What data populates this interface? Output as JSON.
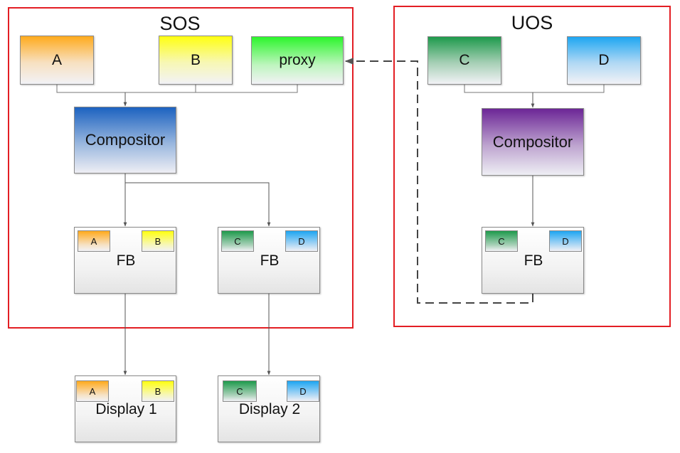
{
  "sos": {
    "title": "SOS",
    "apps": {
      "a": "A",
      "b": "B",
      "proxy": "proxy"
    },
    "compositor": "Compositor",
    "fb_left": {
      "label": "FB",
      "tiles": [
        "A",
        "B"
      ]
    },
    "fb_right": {
      "label": "FB",
      "tiles": [
        "C",
        "D"
      ]
    }
  },
  "uos": {
    "title": "UOS",
    "apps": {
      "c": "C",
      "d": "D"
    },
    "compositor": "Compositor",
    "fb": {
      "label": "FB",
      "tiles": [
        "C",
        "D"
      ]
    }
  },
  "displays": [
    {
      "label": "Display 1",
      "tiles": [
        "A",
        "B"
      ]
    },
    {
      "label": "Display 2",
      "tiles": [
        "C",
        "D"
      ]
    }
  ],
  "colors": {
    "container_border": "#e31e24",
    "app_a": "#ffaa1c",
    "app_b": "#ffff10",
    "app_proxy": "#2cf52c",
    "app_c": "#1e9a4c",
    "app_d": "#1ea6f2",
    "compositor_sos": "#1c62c0",
    "compositor_uos": "#6c2696",
    "connector": "#555555"
  }
}
